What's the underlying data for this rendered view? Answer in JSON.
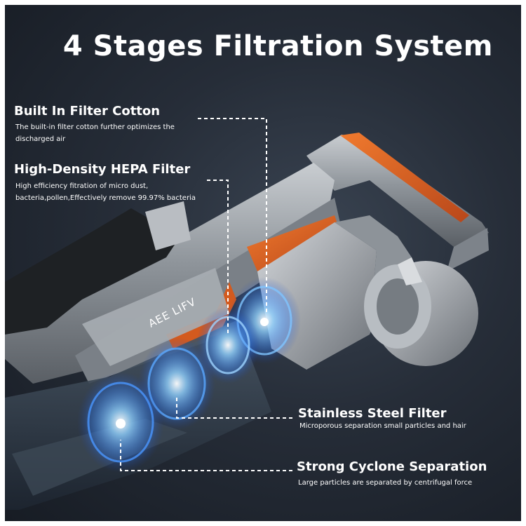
{
  "title": "4 Stages Filtration System",
  "features": [
    {
      "title": "Built In Filter Cotton",
      "description": "The built-in filter cotton further optimizes the discharged air"
    },
    {
      "title": "High-Density HEPA Filter",
      "description": "High efficiency fitration of micro dust, bacteria,pollen,Effectively remove 99.97% bacteria"
    },
    {
      "title": "Stainless Steel Filter",
      "description": "Microporous separation small particles and hair"
    },
    {
      "title": "Strong Cyclone Separation",
      "description": "Large particles are separated by centrifugal force"
    }
  ],
  "product": {
    "brand_label": "AEE LIFV"
  },
  "colors": {
    "accent": "#e3651f",
    "background": "#262d38",
    "metal": "#9aa0a6",
    "glow": "#5aa8ff"
  }
}
